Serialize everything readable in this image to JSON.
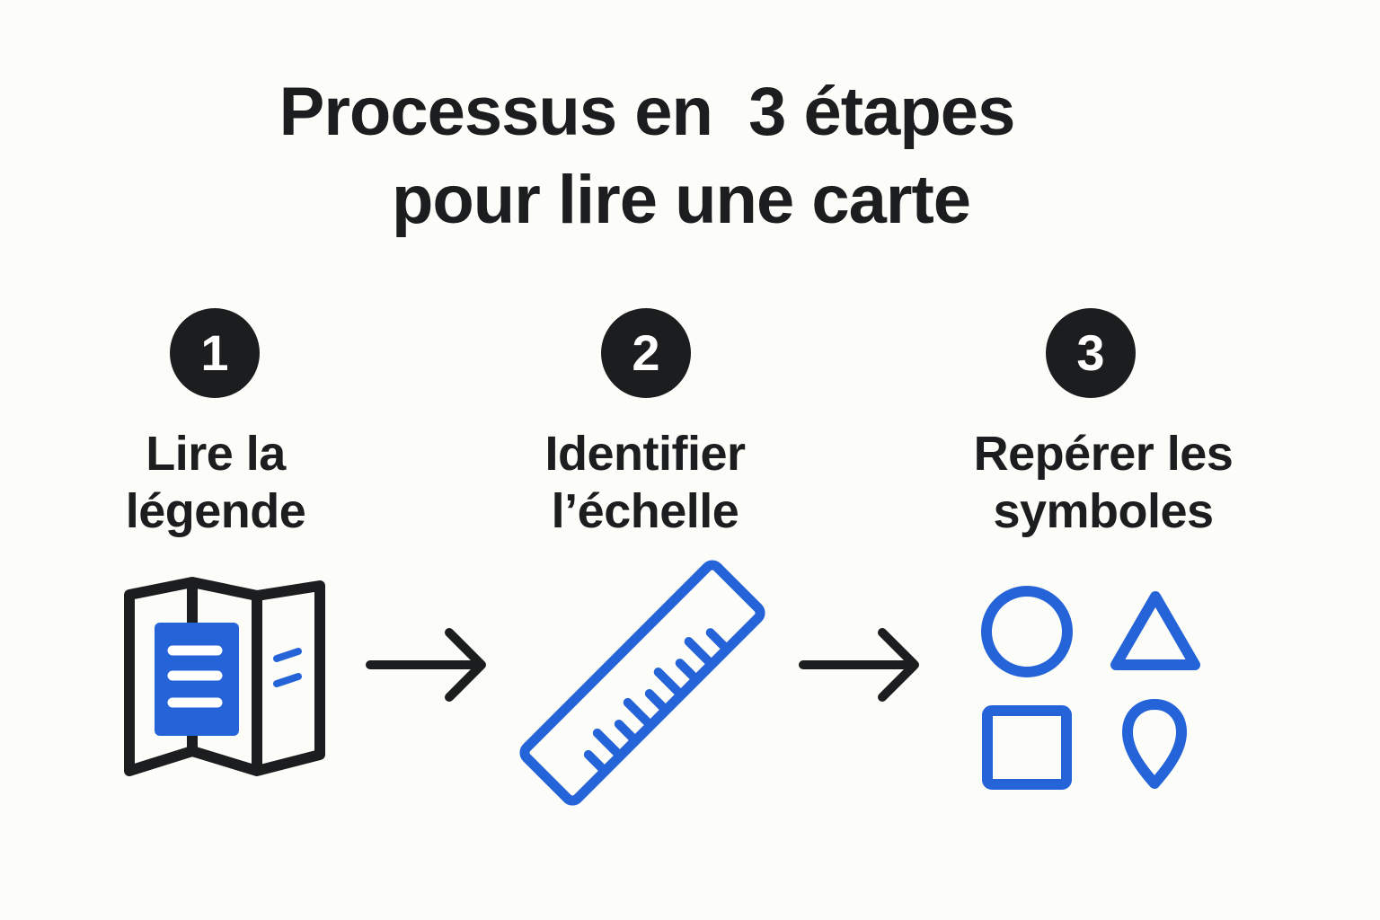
{
  "title": {
    "line1": "Processus en  3 étapes",
    "line2": "pour lire une carte"
  },
  "colors": {
    "background": "#fcfcf9",
    "text": "#1c1d1f",
    "accent": "#2563d8",
    "badge": "#1c1d1f"
  },
  "steps": [
    {
      "number": "1",
      "line1": "Lire la",
      "line2": "légende",
      "icon": "folded-map-icon"
    },
    {
      "number": "2",
      "line1": "Identifier",
      "line2": "l’échelle",
      "icon": "ruler-icon"
    },
    {
      "number": "3",
      "line1": "Repérer les",
      "line2": "symboles",
      "icon": "shapes-symbols-icon"
    }
  ],
  "connectors": [
    "arrow-right-icon",
    "arrow-right-icon"
  ]
}
